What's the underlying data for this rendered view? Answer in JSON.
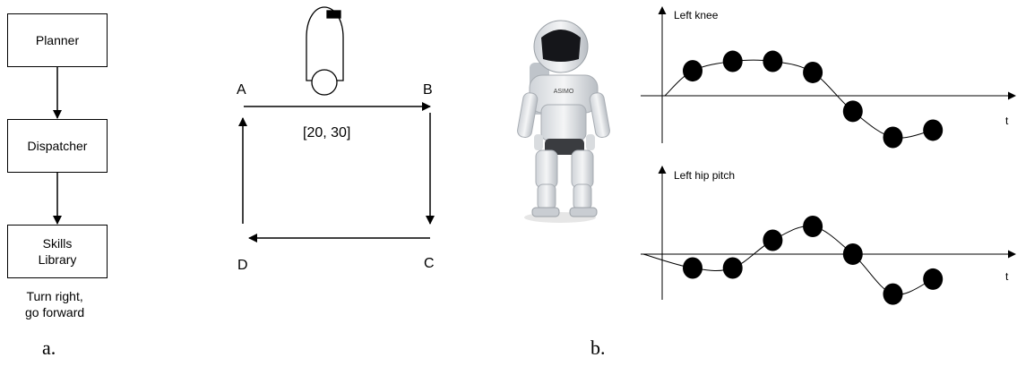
{
  "panel_a": {
    "boxes": [
      {
        "label": "Planner"
      },
      {
        "label": "Dispatcher"
      },
      {
        "label": "Skills\nLibrary"
      }
    ],
    "note": "Turn right,\ngo forward",
    "caption": "a."
  },
  "path_diagram": {
    "nodes": [
      "A",
      "B",
      "C",
      "D"
    ],
    "edge_label": "[20, 30]"
  },
  "robot": {
    "badge": "ASIMO"
  },
  "panel_b": {
    "caption": "b."
  },
  "chart_data": [
    {
      "type": "line",
      "ylabel": "Left knee",
      "xlabel": "t",
      "points_x": [
        1,
        2,
        3,
        4,
        5,
        6,
        7
      ],
      "points_y": [
        0.45,
        0.62,
        0.62,
        0.42,
        -0.28,
        -0.75,
        -0.62
      ]
    },
    {
      "type": "line",
      "ylabel": "Left hip pitch",
      "xlabel": "t",
      "points_x": [
        1,
        2,
        3,
        4,
        5,
        6,
        7
      ],
      "points_y": [
        -0.25,
        -0.25,
        0.25,
        0.5,
        0.0,
        -0.72,
        -0.45
      ]
    }
  ]
}
